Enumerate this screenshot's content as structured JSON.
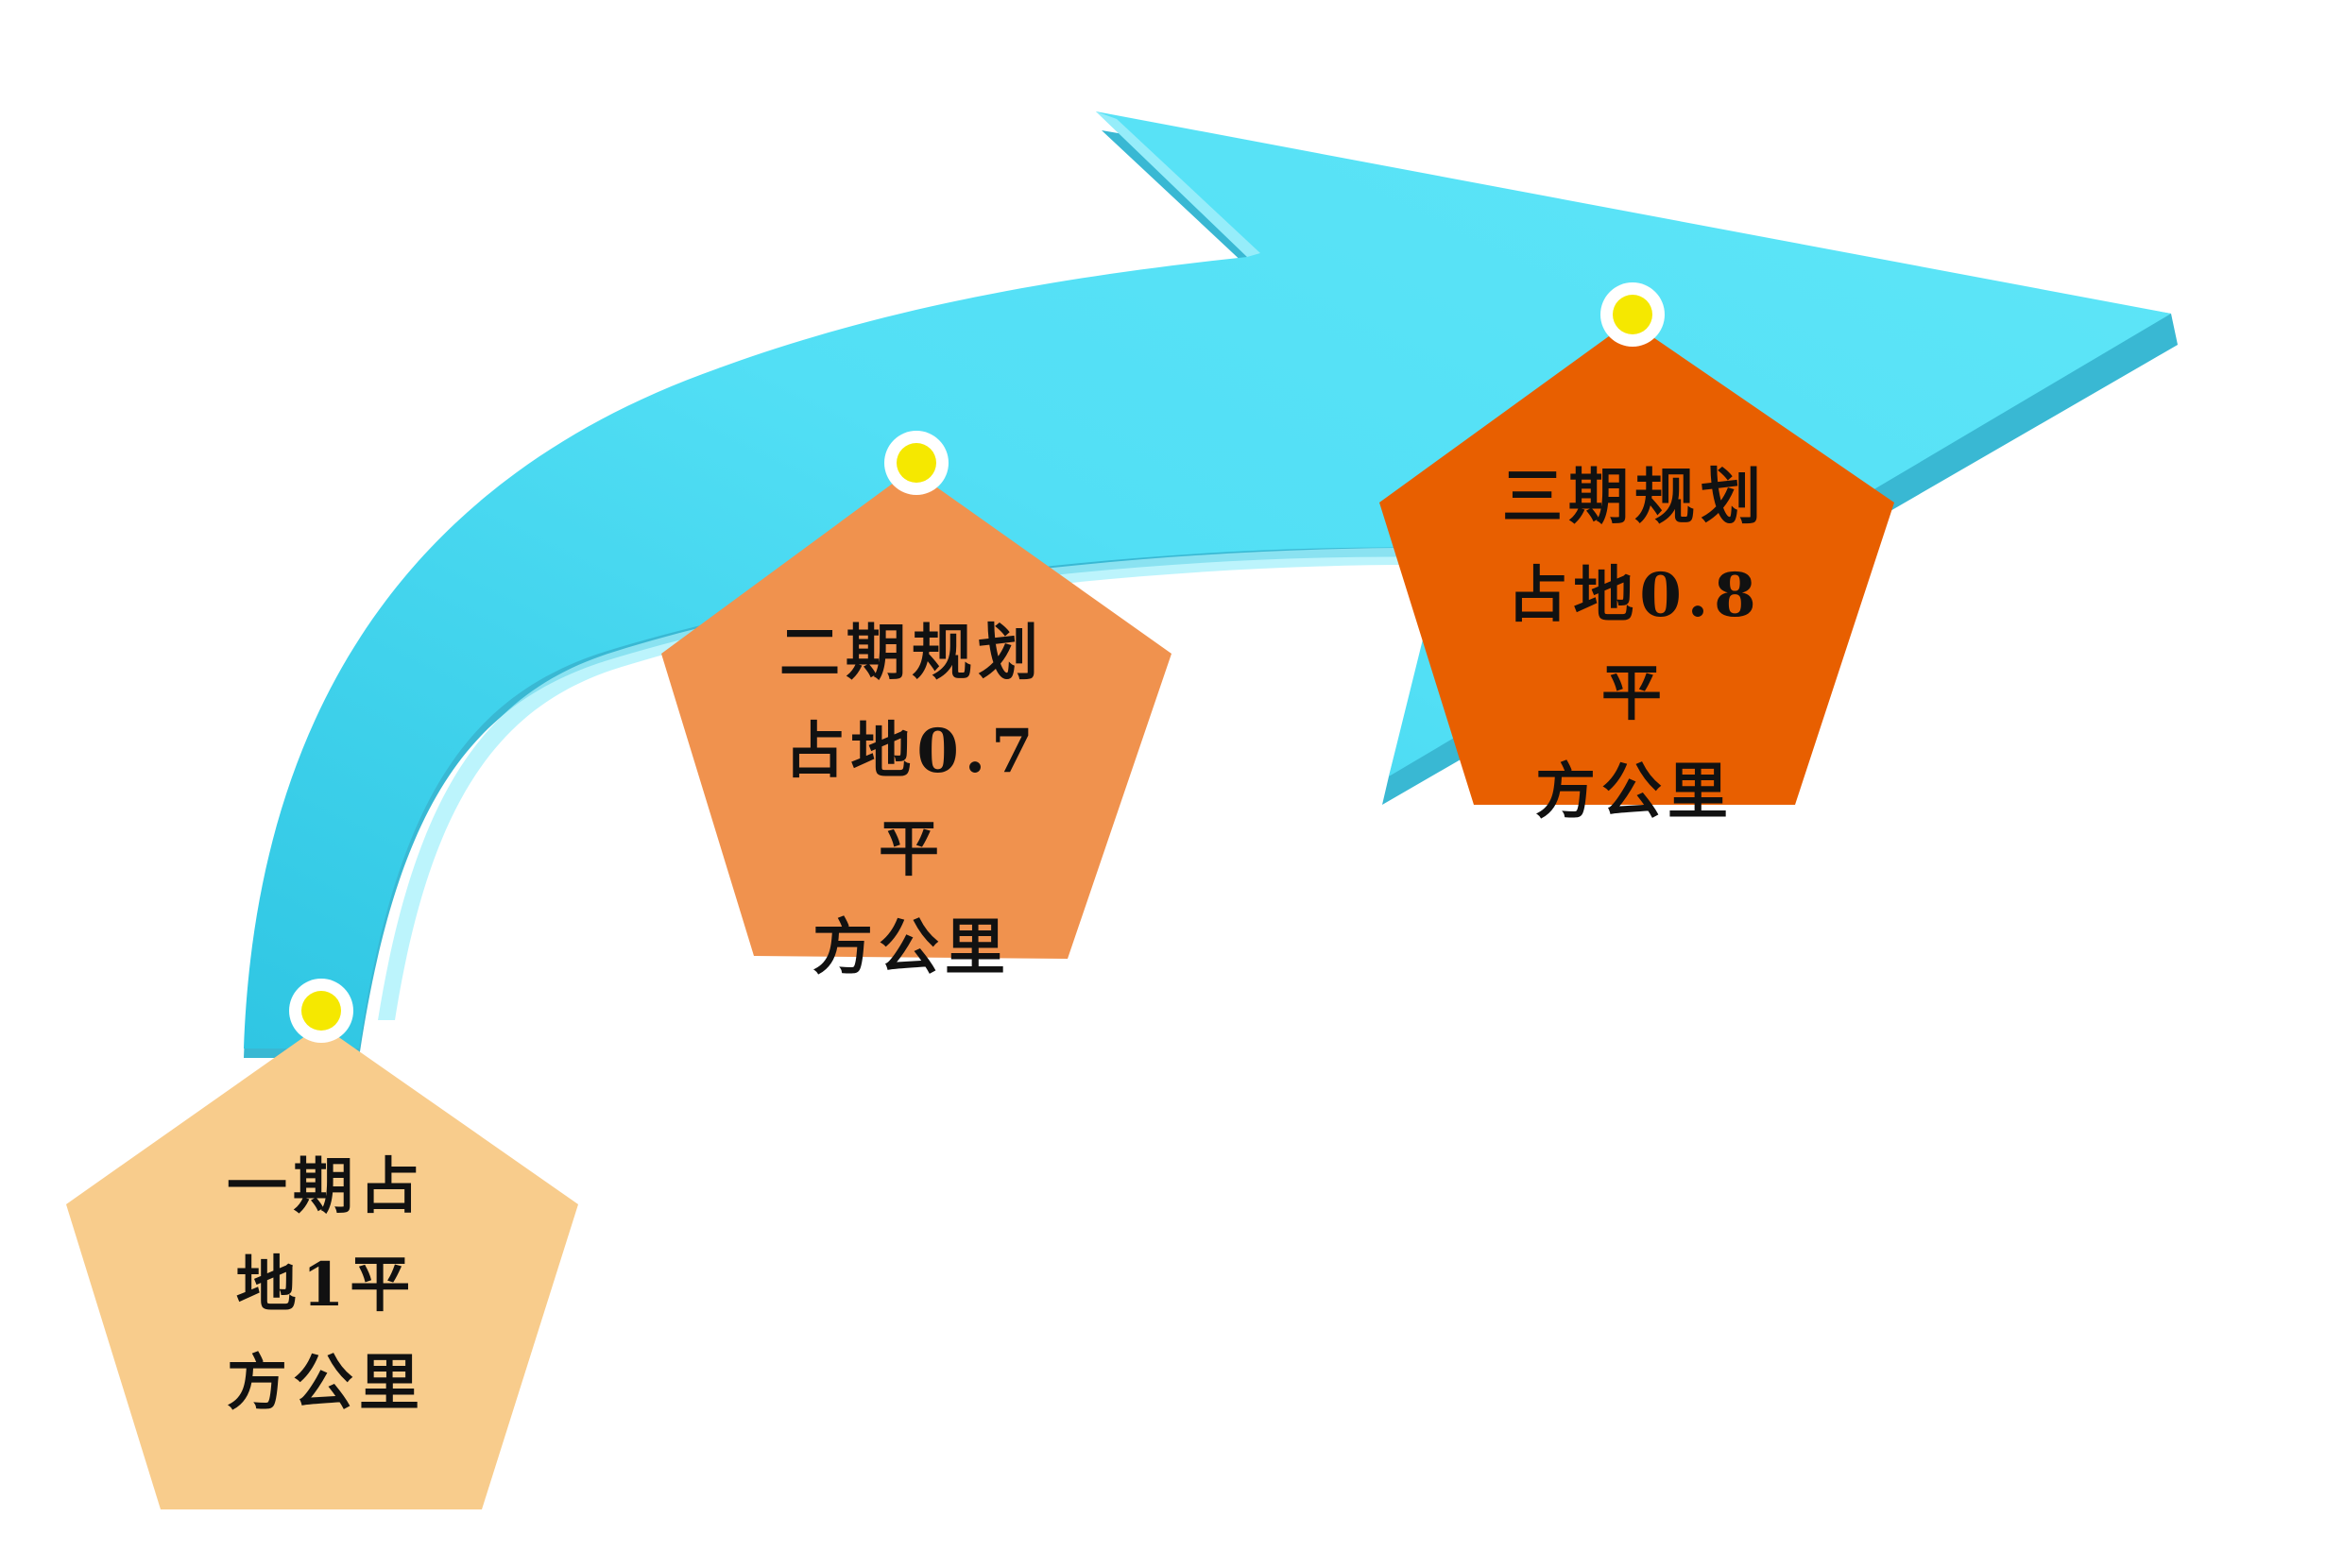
{
  "colors": {
    "arrow_face": "#52dff5",
    "arrow_side": "#3bbcd6",
    "arrow_highlight": "#a9f3fc",
    "pin_outer": "#ffffff",
    "pin_inner": "#f5e800",
    "text": "#111111"
  },
  "stages": [
    {
      "fill": "#f8cc8c",
      "lines": [
        "一期占",
        "地1平",
        "方公里"
      ]
    },
    {
      "fill": "#f0924e",
      "lines": [
        "二期规划",
        "占地0.7平",
        "方公里"
      ]
    },
    {
      "fill": "#e85f00",
      "lines": [
        "三期规划",
        "占地0.8平",
        "方公里"
      ]
    }
  ]
}
